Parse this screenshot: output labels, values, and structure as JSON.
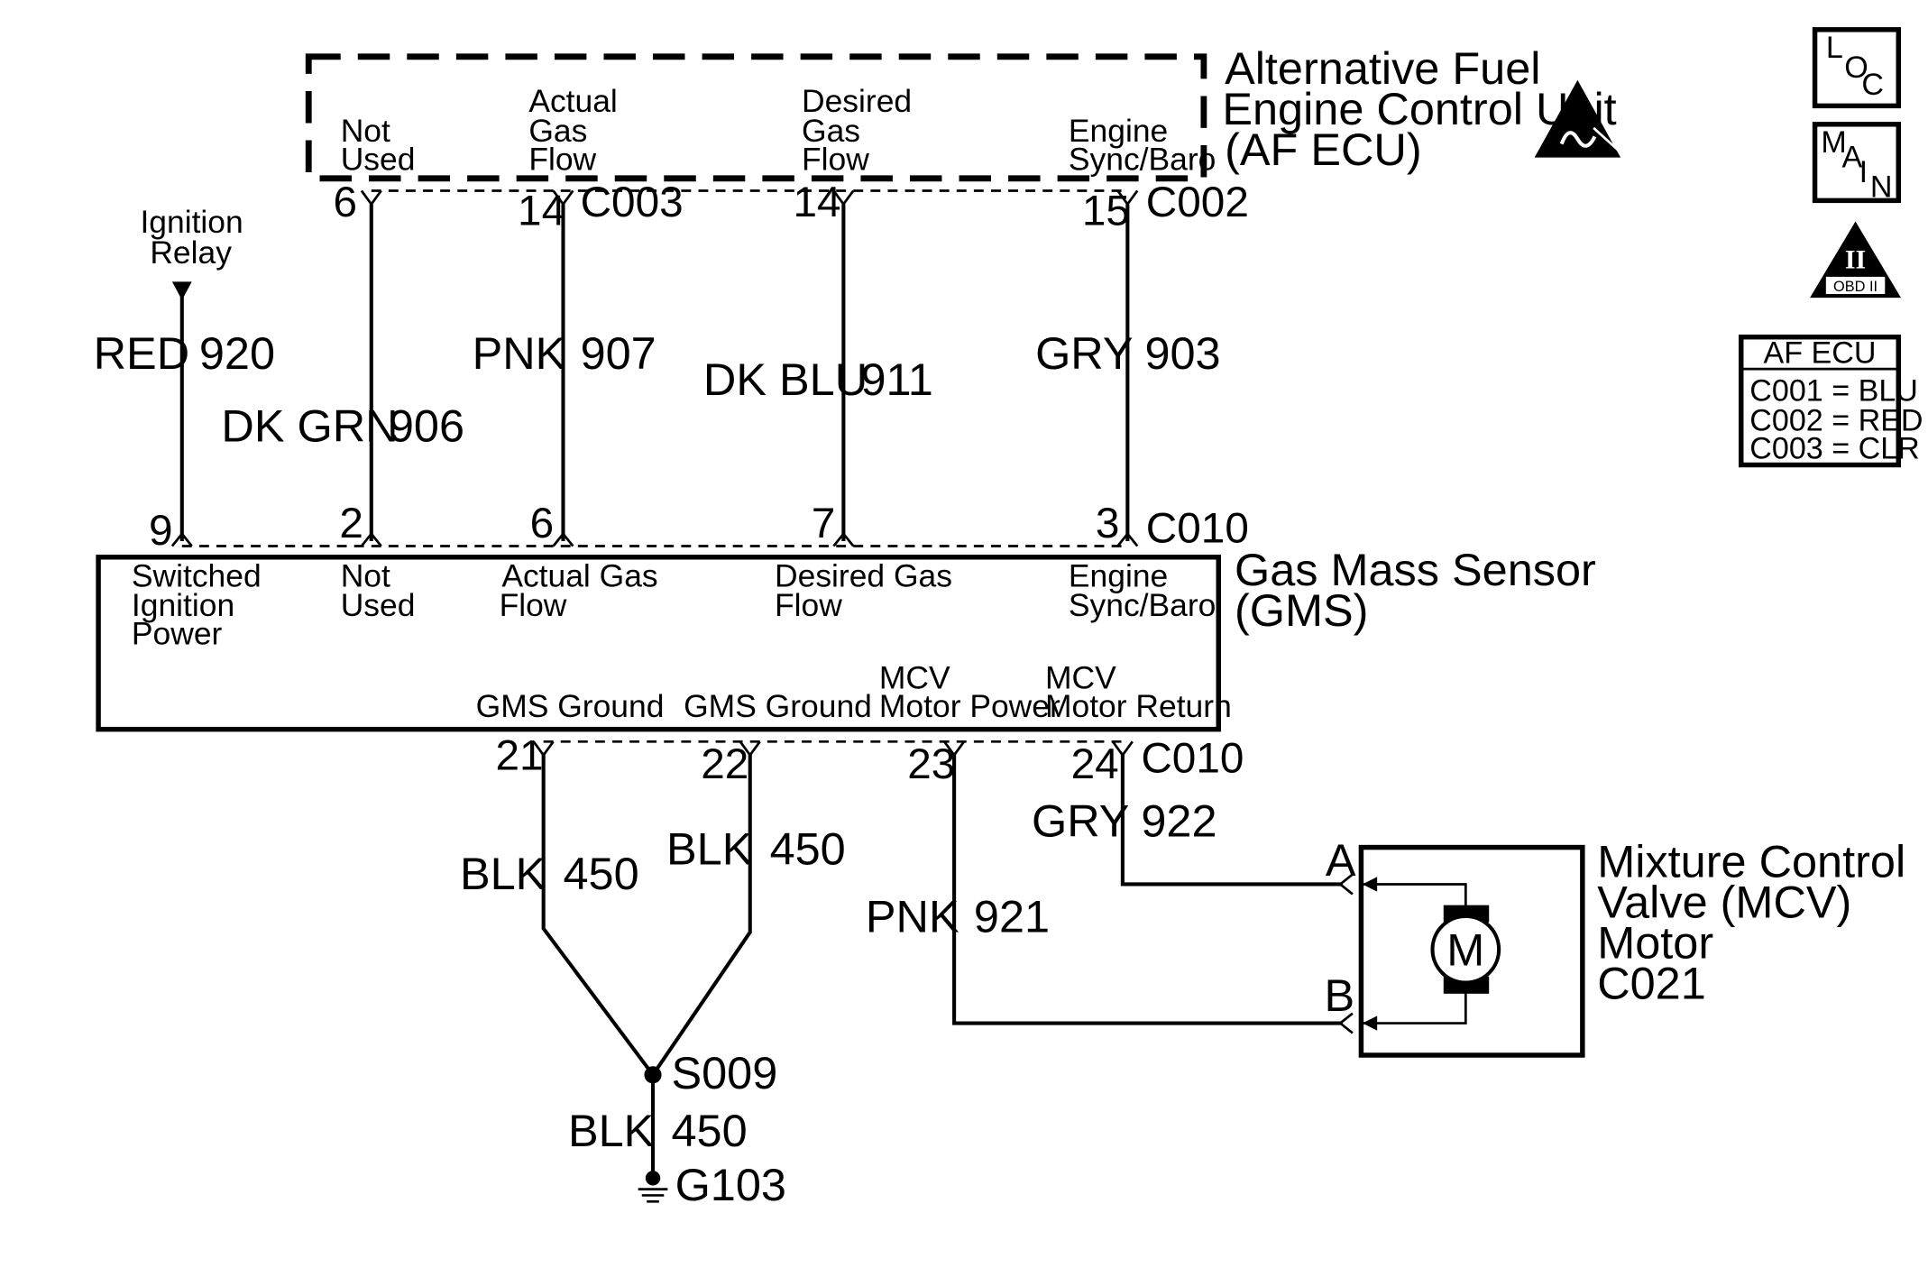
{
  "af_ecu": {
    "title_line1": "Alternative Fuel",
    "title_line2": "Engine Control Unit",
    "title_line3": "(AF ECU)",
    "pins": [
      {
        "label_lines": [
          "Not",
          "Used"
        ],
        "pin": "6",
        "connector": ""
      },
      {
        "label_lines": [
          "Actual",
          "Gas",
          "Flow"
        ],
        "pin": "14",
        "connector": "C003"
      },
      {
        "label_lines": [
          "Desired",
          "Gas",
          "Flow"
        ],
        "pin": "14",
        "connector": ""
      },
      {
        "label_lines": [
          "Engine",
          "Sync/Baro"
        ],
        "pin": "15",
        "connector": "C002"
      }
    ]
  },
  "ignition_relay": {
    "label_lines": [
      "Ignition",
      "Relay"
    ]
  },
  "upper_wires": [
    {
      "color": "RED",
      "circuit": "920"
    },
    {
      "color": "DK GRN",
      "circuit": "906"
    },
    {
      "color": "PNK",
      "circuit": "907"
    },
    {
      "color": "DK BLU",
      "circuit": "911"
    },
    {
      "color": "GRY",
      "circuit": "903"
    }
  ],
  "gms": {
    "title_line1": "Gas Mass Sensor",
    "title_line2": "(GMS)",
    "top_connector": "C010",
    "bottom_connector": "C010",
    "top_pins": [
      {
        "pin": "9",
        "label_lines": [
          "Switched",
          "Ignition",
          "Power"
        ]
      },
      {
        "pin": "2",
        "label_lines": [
          "Not",
          "Used"
        ]
      },
      {
        "pin": "6",
        "label_lines": [
          "Actual Gas",
          "Flow"
        ]
      },
      {
        "pin": "7",
        "label_lines": [
          "Desired Gas",
          "Flow"
        ]
      },
      {
        "pin": "3",
        "label_lines": [
          "Engine",
          "Sync/Baro"
        ]
      }
    ],
    "bottom_pins": [
      {
        "pin": "21",
        "label_lines": [
          "GMS Ground"
        ]
      },
      {
        "pin": "22",
        "label_lines": [
          "GMS Ground"
        ]
      },
      {
        "pin": "23",
        "label_lines": [
          "MCV",
          "Motor Power"
        ]
      },
      {
        "pin": "24",
        "label_lines": [
          "MCV",
          "Motor Return"
        ]
      }
    ]
  },
  "lower_wires": [
    {
      "color": "BLK",
      "circuit": "450"
    },
    {
      "color": "BLK",
      "circuit": "450"
    },
    {
      "color": "PNK",
      "circuit": "921"
    },
    {
      "color": "GRY",
      "circuit": "922"
    },
    {
      "color": "BLK",
      "circuit": "450"
    }
  ],
  "splice": {
    "label": "S009"
  },
  "ground": {
    "label": "G103"
  },
  "mcv": {
    "title_lines": [
      "Mixture Control",
      "Valve (MCV)",
      "Motor",
      "C021"
    ],
    "terminal_a": "A",
    "terminal_b": "B",
    "motor_symbol": "M"
  },
  "side_icons": {
    "loc": {
      "l": "L",
      "o": "O",
      "c": "C"
    },
    "main": {
      "m": "M",
      "a": "A",
      "i": "I",
      "n": "N"
    },
    "obd": {
      "roman": "II",
      "text": "OBD II"
    }
  },
  "legend": {
    "title": "AF ECU",
    "rows": [
      "C001 = BLU",
      "C002 = RED",
      "C003 = CLR"
    ]
  }
}
